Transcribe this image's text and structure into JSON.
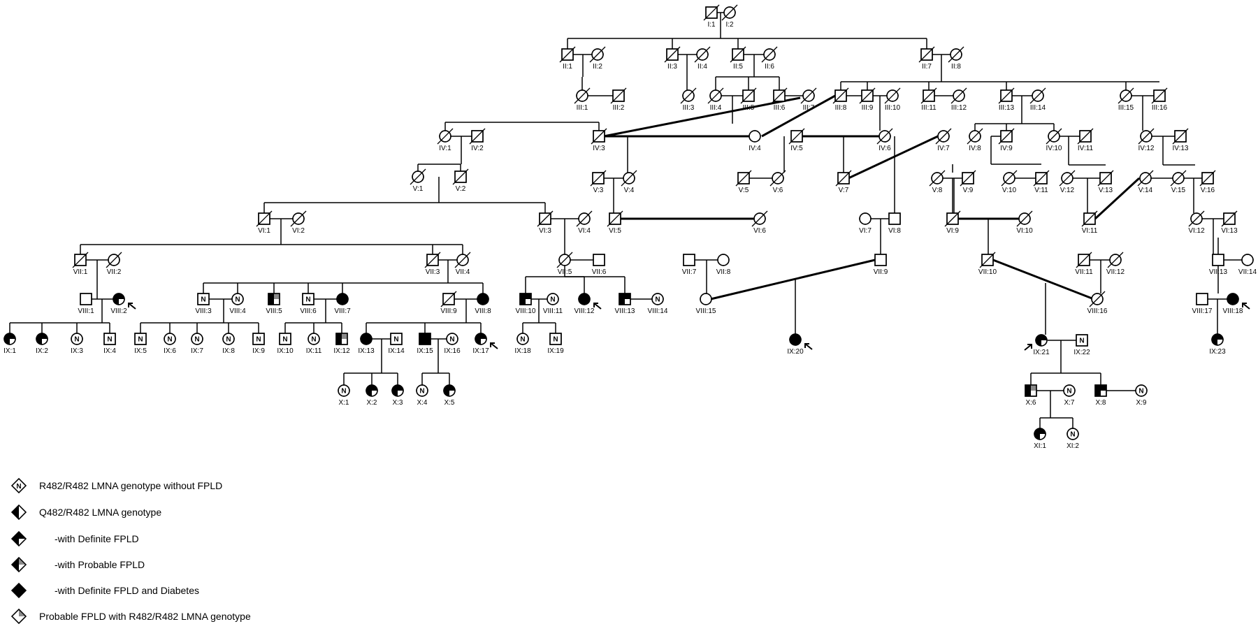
{
  "colors": {
    "ink": "#000000",
    "probable": "#8a8a8a",
    "paper": "#ffffff"
  },
  "individuals": [
    {
      "id": "I:1",
      "sex": "M",
      "d": 1
    },
    {
      "id": "I:2",
      "sex": "F",
      "d": 1
    },
    {
      "id": "II:1",
      "sex": "M",
      "d": 1
    },
    {
      "id": "II:2",
      "sex": "F",
      "d": 1
    },
    {
      "id": "II:3",
      "sex": "M",
      "d": 1
    },
    {
      "id": "II:4",
      "sex": "F",
      "d": 1
    },
    {
      "id": "II:5",
      "sex": "M",
      "d": 1
    },
    {
      "id": "II:6",
      "sex": "F",
      "d": 1
    },
    {
      "id": "II:7",
      "sex": "M",
      "d": 1
    },
    {
      "id": "II:8",
      "sex": "F",
      "d": 1
    },
    {
      "id": "III:1",
      "sex": "F",
      "d": 1
    },
    {
      "id": "III:2",
      "sex": "M",
      "d": 1
    },
    {
      "id": "III:3",
      "sex": "F",
      "d": 1
    },
    {
      "id": "III:4",
      "sex": "F",
      "d": 1
    },
    {
      "id": "III:5",
      "sex": "M",
      "d": 1
    },
    {
      "id": "III:6",
      "sex": "M",
      "d": 1
    },
    {
      "id": "III:7",
      "sex": "F",
      "d": 1
    },
    {
      "id": "III:8",
      "sex": "M",
      "d": 1
    },
    {
      "id": "III:9",
      "sex": "M",
      "d": 1
    },
    {
      "id": "III:10",
      "sex": "F",
      "d": 1
    },
    {
      "id": "III:11",
      "sex": "M",
      "d": 1
    },
    {
      "id": "III:12",
      "sex": "F",
      "d": 1
    },
    {
      "id": "III:13",
      "sex": "M",
      "d": 1
    },
    {
      "id": "III:14",
      "sex": "F",
      "d": 1
    },
    {
      "id": "III:15",
      "sex": "F",
      "d": 1
    },
    {
      "id": "III:16",
      "sex": "M",
      "d": 1
    },
    {
      "id": "IV:1",
      "sex": "F",
      "d": 1
    },
    {
      "id": "IV:2",
      "sex": "M",
      "d": 1
    },
    {
      "id": "IV:3",
      "sex": "M",
      "d": 1
    },
    {
      "id": "IV:4",
      "sex": "F",
      "d": 0
    },
    {
      "id": "IV:5",
      "sex": "M",
      "d": 1
    },
    {
      "id": "IV:6",
      "sex": "F",
      "d": 1
    },
    {
      "id": "IV:7",
      "sex": "F",
      "d": 1
    },
    {
      "id": "IV:8",
      "sex": "F",
      "d": 1
    },
    {
      "id": "IV:9",
      "sex": "M",
      "d": 1
    },
    {
      "id": "IV:10",
      "sex": "F",
      "d": 1
    },
    {
      "id": "IV:11",
      "sex": "M",
      "d": 1
    },
    {
      "id": "IV:12",
      "sex": "F",
      "d": 1
    },
    {
      "id": "IV:13",
      "sex": "M",
      "d": 1
    },
    {
      "id": "V:1",
      "sex": "F",
      "d": 1
    },
    {
      "id": "V:2",
      "sex": "M",
      "d": 1
    },
    {
      "id": "V:3",
      "sex": "M",
      "d": 1
    },
    {
      "id": "V:4",
      "sex": "F",
      "d": 1
    },
    {
      "id": "V:5",
      "sex": "M",
      "d": 1
    },
    {
      "id": "V:6",
      "sex": "F",
      "d": 1
    },
    {
      "id": "V:7",
      "sex": "M",
      "d": 1
    },
    {
      "id": "V:8",
      "sex": "F",
      "d": 1
    },
    {
      "id": "V:9",
      "sex": "M",
      "d": 1
    },
    {
      "id": "V:10",
      "sex": "F",
      "d": 1
    },
    {
      "id": "V:11",
      "sex": "M",
      "d": 1
    },
    {
      "id": "V:12",
      "sex": "F",
      "d": 1
    },
    {
      "id": "V:13",
      "sex": "M",
      "d": 1
    },
    {
      "id": "V:14",
      "sex": "F",
      "d": 1
    },
    {
      "id": "V:15",
      "sex": "F",
      "d": 1
    },
    {
      "id": "V:16",
      "sex": "M",
      "d": 1
    },
    {
      "id": "VI:1",
      "sex": "M",
      "d": 1
    },
    {
      "id": "VI:2",
      "sex": "F",
      "d": 1
    },
    {
      "id": "VI:3",
      "sex": "M",
      "d": 1
    },
    {
      "id": "VI:4",
      "sex": "F",
      "d": 1
    },
    {
      "id": "VI:5",
      "sex": "M",
      "d": 1
    },
    {
      "id": "VI:6",
      "sex": "F",
      "d": 1
    },
    {
      "id": "VI:7",
      "sex": "F",
      "d": 0
    },
    {
      "id": "VI:8",
      "sex": "M",
      "d": 0
    },
    {
      "id": "VI:9",
      "sex": "M",
      "d": 1
    },
    {
      "id": "VI:10",
      "sex": "F",
      "d": 1
    },
    {
      "id": "VI:11",
      "sex": "M",
      "d": 1
    },
    {
      "id": "VI:12",
      "sex": "F",
      "d": 1
    },
    {
      "id": "VI:13",
      "sex": "M",
      "d": 1
    },
    {
      "id": "VII:1",
      "sex": "M",
      "d": 1
    },
    {
      "id": "VII:2",
      "sex": "F",
      "d": 1
    },
    {
      "id": "VII:3",
      "sex": "M",
      "d": 1
    },
    {
      "id": "VII:4",
      "sex": "F",
      "d": 1
    },
    {
      "id": "VII:5",
      "sex": "F",
      "d": 1
    },
    {
      "id": "VII:6",
      "sex": "M",
      "d": 0
    },
    {
      "id": "VII:7",
      "sex": "M",
      "d": 0
    },
    {
      "id": "VII:8",
      "sex": "F",
      "d": 0
    },
    {
      "id": "VII:9",
      "sex": "M",
      "d": 0
    },
    {
      "id": "VII:10",
      "sex": "M",
      "d": 1
    },
    {
      "id": "VII:11",
      "sex": "M",
      "d": 1
    },
    {
      "id": "VII:12",
      "sex": "F",
      "d": 1
    },
    {
      "id": "VII:13",
      "sex": "M",
      "d": 0
    },
    {
      "id": "VII:14",
      "sex": "F",
      "d": 0
    },
    {
      "id": "VIII:1",
      "sex": "M",
      "d": 0
    },
    {
      "id": "VIII:2",
      "sex": "F",
      "d": 0,
      "st": "def",
      "proband": true
    },
    {
      "id": "VIII:3",
      "sex": "M",
      "d": 0,
      "st": "N"
    },
    {
      "id": "VIII:4",
      "sex": "F",
      "d": 0,
      "st": "N"
    },
    {
      "id": "VIII:5",
      "sex": "M",
      "d": 0,
      "st": "prob"
    },
    {
      "id": "VIII:6",
      "sex": "M",
      "d": 0,
      "st": "N"
    },
    {
      "id": "VIII:7",
      "sex": "F",
      "d": 0,
      "st": "diab"
    },
    {
      "id": "VIII:9",
      "sex": "M",
      "d": 1
    },
    {
      "id": "VIII:8",
      "sex": "F",
      "d": 0,
      "st": "diab"
    },
    {
      "id": "VIII:10",
      "sex": "M",
      "d": 0,
      "st": "def"
    },
    {
      "id": "VIII:11",
      "sex": "F",
      "d": 0,
      "st": "N"
    },
    {
      "id": "VIII:12",
      "sex": "F",
      "d": 0,
      "st": "diab",
      "proband": true
    },
    {
      "id": "VIII:13",
      "sex": "M",
      "d": 0,
      "st": "def"
    },
    {
      "id": "VIII:14",
      "sex": "F",
      "d": 0,
      "st": "N"
    },
    {
      "id": "VIII:15",
      "sex": "F",
      "d": 0
    },
    {
      "id": "VIII:16",
      "sex": "F",
      "d": 1
    },
    {
      "id": "VIII:17",
      "sex": "M",
      "d": 0
    },
    {
      "id": "VIII:18",
      "sex": "F",
      "d": 0,
      "st": "diab",
      "proband": true
    },
    {
      "id": "IX:1",
      "sex": "F",
      "d": 0,
      "st": "def"
    },
    {
      "id": "IX:2",
      "sex": "F",
      "d": 0,
      "st": "def"
    },
    {
      "id": "IX:3",
      "sex": "F",
      "d": 0,
      "st": "N"
    },
    {
      "id": "IX:4",
      "sex": "M",
      "d": 0,
      "st": "N"
    },
    {
      "id": "IX:5",
      "sex": "M",
      "d": 0,
      "st": "N"
    },
    {
      "id": "IX:6",
      "sex": "F",
      "d": 0,
      "st": "N"
    },
    {
      "id": "IX:7",
      "sex": "F",
      "d": 0,
      "st": "N"
    },
    {
      "id": "IX:8",
      "sex": "F",
      "d": 0,
      "st": "N"
    },
    {
      "id": "IX:9",
      "sex": "M",
      "d": 0,
      "st": "N"
    },
    {
      "id": "IX:10",
      "sex": "M",
      "d": 0,
      "st": "N"
    },
    {
      "id": "IX:11",
      "sex": "F",
      "d": 0,
      "st": "N"
    },
    {
      "id": "IX:12",
      "sex": "M",
      "d": 0,
      "st": "prob"
    },
    {
      "id": "IX:13",
      "sex": "F",
      "d": 0,
      "st": "diab"
    },
    {
      "id": "IX:14",
      "sex": "M",
      "d": 0,
      "st": "N"
    },
    {
      "id": "IX:15",
      "sex": "M",
      "d": 0,
      "st": "diab"
    },
    {
      "id": "IX:16",
      "sex": "F",
      "d": 0,
      "st": "N"
    },
    {
      "id": "IX:17",
      "sex": "F",
      "d": 0,
      "st": "def",
      "proband": true
    },
    {
      "id": "IX:18",
      "sex": "F",
      "d": 0,
      "st": "N"
    },
    {
      "id": "IX:19",
      "sex": "M",
      "d": 0,
      "st": "N"
    },
    {
      "id": "IX:20",
      "sex": "F",
      "d": 0,
      "st": "diab",
      "proband": true
    },
    {
      "id": "IX:21",
      "sex": "F",
      "d": 0,
      "st": "def",
      "proband": true
    },
    {
      "id": "IX:22",
      "sex": "M",
      "d": 0,
      "st": "N"
    },
    {
      "id": "IX:23",
      "sex": "F",
      "d": 0,
      "st": "def"
    },
    {
      "id": "X:1",
      "sex": "F",
      "d": 0,
      "st": "N"
    },
    {
      "id": "X:2",
      "sex": "F",
      "d": 0,
      "st": "def"
    },
    {
      "id": "X:3",
      "sex": "F",
      "d": 0,
      "st": "def"
    },
    {
      "id": "X:4",
      "sex": "F",
      "d": 0,
      "st": "N"
    },
    {
      "id": "X:5",
      "sex": "F",
      "d": 0,
      "st": "def"
    },
    {
      "id": "X:6",
      "sex": "M",
      "d": 0,
      "st": "prob"
    },
    {
      "id": "X:7",
      "sex": "F",
      "d": 0,
      "st": "N"
    },
    {
      "id": "X:8",
      "sex": "M",
      "d": 0,
      "st": "def"
    },
    {
      "id": "X:9",
      "sex": "F",
      "d": 0,
      "st": "N"
    },
    {
      "id": "XI:1",
      "sex": "F",
      "d": 0,
      "st": "def"
    },
    {
      "id": "XI:2",
      "sex": "F",
      "d": 0,
      "st": "N"
    }
  ],
  "legend": [
    {
      "sym": "N",
      "text": "R482/R482 LMNA genotype without FPLD"
    },
    {
      "sym": "het",
      "text": "Q482/R482 LMNA genotype"
    },
    {
      "sym": "def",
      "text": "-with Definite FPLD"
    },
    {
      "sym": "prob",
      "text": "-with Probable FPLD"
    },
    {
      "sym": "diab",
      "text": "-with Definite FPLD and Diabetes"
    },
    {
      "sym": "probN",
      "text": "Probable FPLD with R482/R482 LMNA genotype"
    }
  ]
}
